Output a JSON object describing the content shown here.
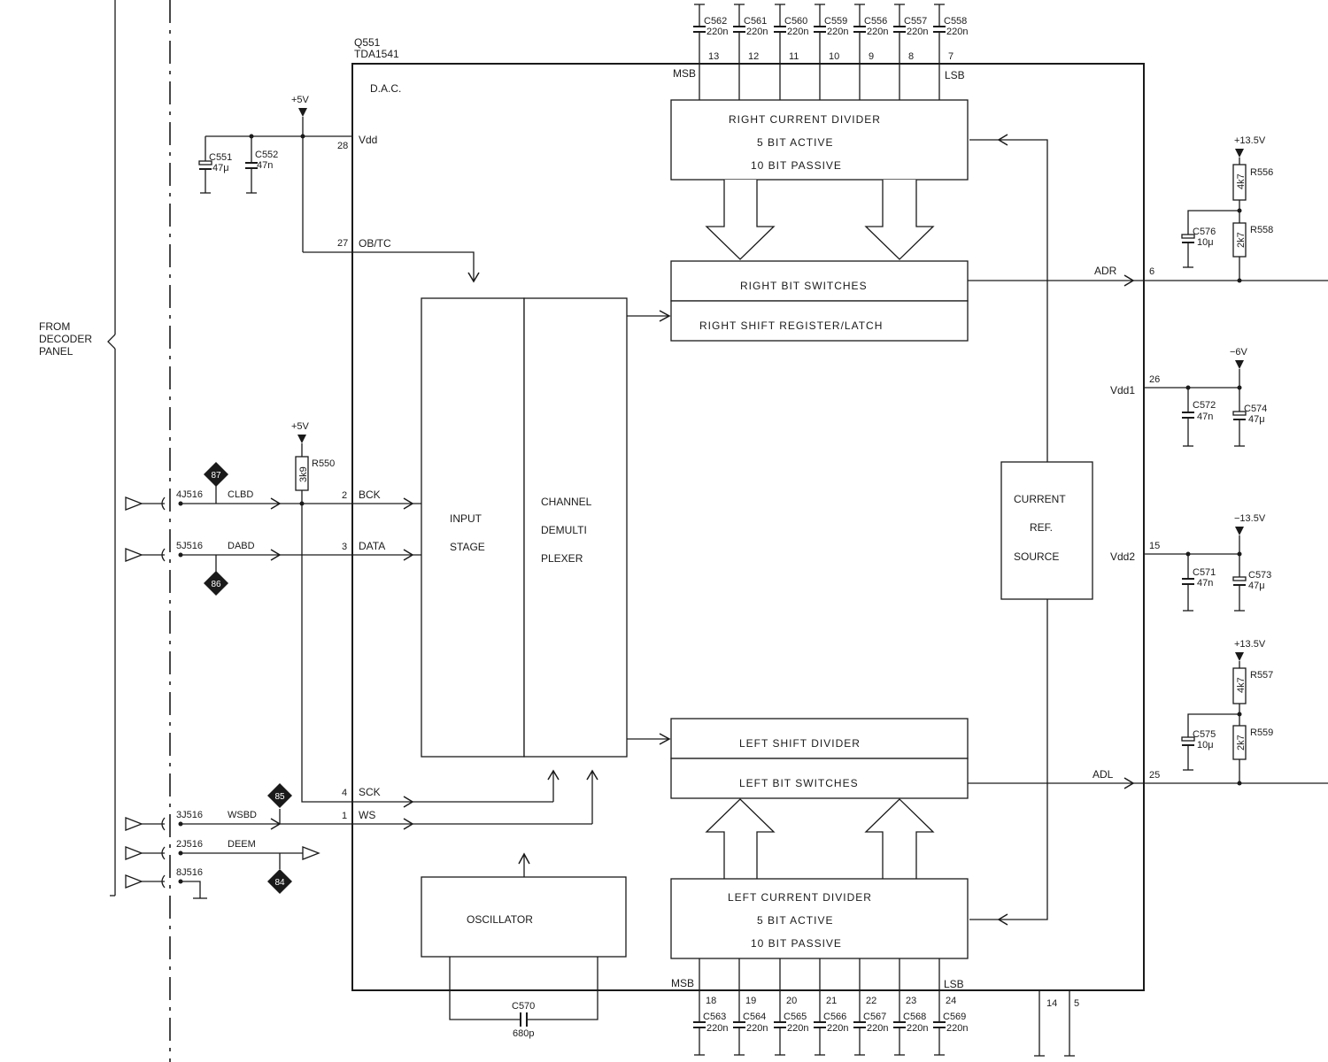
{
  "ic": {
    "ref": "Q551",
    "type": "TDA1541",
    "function": "D.A.C."
  },
  "source_label": [
    "FROM",
    "DECODER",
    "PANEL"
  ],
  "supplies": {
    "p5v_top": "+5V",
    "p5v_mid": "+5V",
    "p13v5_top": "+13.5V",
    "m6v": "−6V",
    "m13v5": "−13.5V",
    "p13v5_bot": "+13.5V"
  },
  "blocks": {
    "rcd": [
      "RIGHT  CURRENT  DIVIDER",
      "5  BIT  ACTIVE",
      "10  BIT  PASSIVE"
    ],
    "rbs": "RIGHT  BIT  SWITCHES",
    "rsr": "RIGHT  SHIFT  REGISTER/LATCH",
    "input": [
      "INPUT",
      "STAGE"
    ],
    "demux": [
      "CHANNEL",
      "DEMULTI",
      "PLEXER"
    ],
    "lsd": "LEFT  SHIFT  DIVIDER",
    "lbs": "LEFT  BIT  SWITCHES",
    "lcd": [
      "LEFT  CURRENT  DIVIDER",
      "5  BIT  ACTIVE",
      "10  BIT  PASSIVE"
    ],
    "osc": "OSCILLATOR",
    "crs": [
      "CURRENT",
      "REF.",
      "SOURCE"
    ]
  },
  "pins": {
    "vdd": "Vdd",
    "p28": "28",
    "obtc": "OB/TC",
    "p27": "27",
    "bck": "BCK",
    "p2": "2",
    "data": "DATA",
    "p3": "3",
    "sck": "SCK",
    "p4": "4",
    "ws": "WS",
    "p1": "1",
    "adr": "ADR",
    "p6": "6",
    "vdd1": "Vdd1",
    "p26": "26",
    "vdd2": "Vdd2",
    "p15": "15",
    "adl": "ADL",
    "p25": "25",
    "msb_top": "MSB",
    "lsb_top": "LSB",
    "msb_bot": "MSB",
    "lsb_bot": "LSB",
    "p14": "14",
    "p5": "5"
  },
  "top_caps": [
    {
      "ref": "C562",
      "val": "220n",
      "pin": "13"
    },
    {
      "ref": "C561",
      "val": "220n",
      "pin": "12"
    },
    {
      "ref": "C560",
      "val": "220n",
      "pin": "11"
    },
    {
      "ref": "C559",
      "val": "220n",
      "pin": "10"
    },
    {
      "ref": "C556",
      "val": "220n",
      "pin": "9"
    },
    {
      "ref": "C557",
      "val": "220n",
      "pin": "8"
    },
    {
      "ref": "C558",
      "val": "220n",
      "pin": "7"
    }
  ],
  "bot_caps": [
    {
      "ref": "C563",
      "val": "220n",
      "pin": "18"
    },
    {
      "ref": "C564",
      "val": "220n",
      "pin": "19"
    },
    {
      "ref": "C565",
      "val": "220n",
      "pin": "20"
    },
    {
      "ref": "C566",
      "val": "220n",
      "pin": "21"
    },
    {
      "ref": "C567",
      "val": "220n",
      "pin": "22"
    },
    {
      "ref": "C568",
      "val": "220n",
      "pin": "23"
    },
    {
      "ref": "C569",
      "val": "220n",
      "pin": "24"
    }
  ],
  "components": {
    "c551": {
      "ref": "C551",
      "val": "47μ"
    },
    "c552": {
      "ref": "C552",
      "val": "47n"
    },
    "r550": {
      "ref": "R550",
      "val": "3k9"
    },
    "c570": {
      "ref": "C570",
      "val": "680p"
    },
    "r556": {
      "ref": "R556",
      "val": "4k7"
    },
    "r558": {
      "ref": "R558",
      "val": "2k7"
    },
    "c576": {
      "ref": "C576",
      "val": "10μ"
    },
    "c572": {
      "ref": "C572",
      "val": "47n"
    },
    "c574": {
      "ref": "C574",
      "val": "47μ"
    },
    "c571": {
      "ref": "C571",
      "val": "47n"
    },
    "c573": {
      "ref": "C573",
      "val": "47μ"
    },
    "r557": {
      "ref": "R557",
      "val": "4k7"
    },
    "r559": {
      "ref": "R559",
      "val": "2k7"
    },
    "c575": {
      "ref": "C575",
      "val": "10μ"
    }
  },
  "connectors": {
    "j4": {
      "ref": "4J516",
      "net": "CLBD"
    },
    "j5": {
      "ref": "5J516",
      "net": "DABD"
    },
    "j3": {
      "ref": "3J516",
      "net": "WSBD"
    },
    "j2": {
      "ref": "2J516",
      "net": "DEEM"
    },
    "j8": {
      "ref": "8J516"
    }
  },
  "testpoints": {
    "tp87": "87",
    "tp86": "86",
    "tp85": "85",
    "tp84": "84"
  }
}
